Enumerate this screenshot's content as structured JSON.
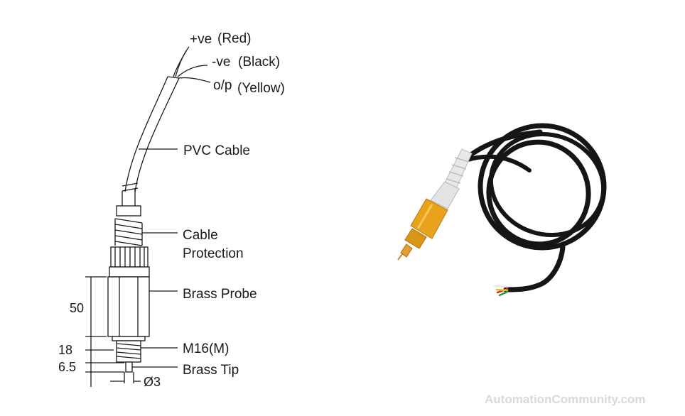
{
  "wires": {
    "positive": {
      "sign": "+ve",
      "color": "(Red)"
    },
    "negative": {
      "sign": "-ve",
      "color": "(Black)"
    },
    "output": {
      "sign": "o/p",
      "color": "(Yellow)"
    }
  },
  "parts": {
    "cable": "PVC Cable",
    "protection_line1": "Cable",
    "protection_line2": "Protection",
    "probe": "Brass Probe",
    "thread": "M16(M)",
    "tip": "Brass Tip"
  },
  "dimensions": {
    "probe_length": "50",
    "thread_length": "18",
    "tip_length": "6.5",
    "tip_diameter": "Ø3"
  },
  "watermark": "AutomationCommunity.com",
  "photo_wire_colors": {
    "red": "#d42a1f",
    "yellow": "#e6c21a",
    "green": "#2e9a3a",
    "white": "#f2f2f2",
    "brass": "#e8a21c"
  }
}
